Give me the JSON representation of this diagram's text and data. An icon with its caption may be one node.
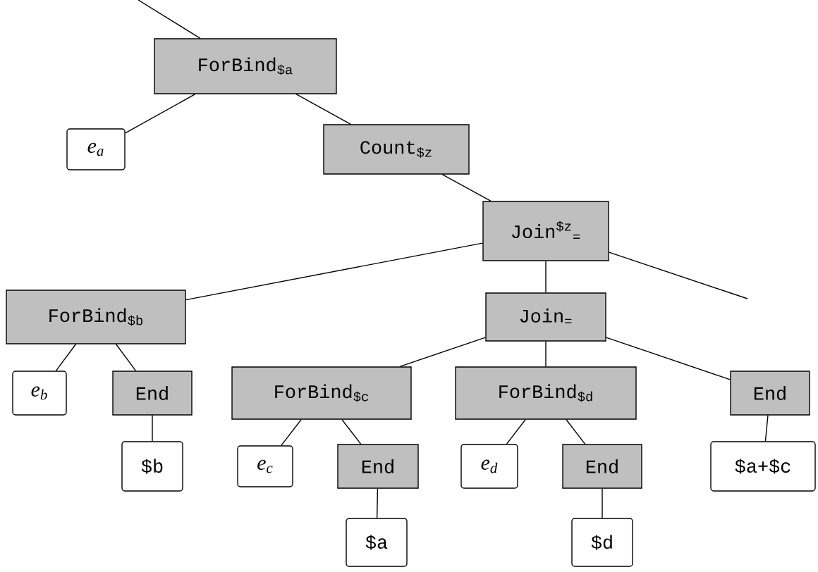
{
  "diagram": {
    "nodes": [
      {
        "text": [
          "ForBind$_{$a}$"
        ]
      },
      {
        "text": [
          "e$_{a}$"
        ]
      },
      {
        "text": [
          "Count$_{$z}$"
        ]
      },
      {
        "text": [
          "Join$^{$z}$$_{=}$"
        ]
      },
      {
        "text": [
          "ForBind$_{$b}$"
        ]
      },
      {
        "text": [
          "e$_{b}$"
        ]
      },
      {
        "text": [
          "End"
        ]
      },
      {
        "text": [
          "$b"
        ]
      },
      {
        "text": [
          "Join$_{=}$"
        ]
      },
      {
        "text": [
          "ForBind$_{$c}$"
        ]
      },
      {
        "text": [
          "e$_{c}$"
        ]
      },
      {
        "text": [
          "End"
        ]
      },
      {
        "text": [
          "$a"
        ]
      },
      {
        "text": [
          "ForBind$_{$d}$"
        ]
      },
      {
        "text": [
          "e$_{d}$"
        ]
      },
      {
        "text": [
          "End"
        ]
      },
      {
        "text": [
          "$d"
        ]
      },
      {
        "text": [
          "End"
        ]
      },
      {
        "text": [
          "$a+$c"
        ]
      }
    ],
    "edges": [
      {
        "from": null,
        "to": 0,
        "arrow": "none"
      },
      {
        "from": 0,
        "to": 1,
        "arrow": "none"
      },
      {
        "from": 0,
        "to": 2,
        "arrow": "none"
      },
      {
        "from": 2,
        "to": 3,
        "arrow": "none"
      },
      {
        "from": 3,
        "to": 4,
        "arrow": "none"
      },
      {
        "from": 3,
        "to": 8,
        "arrow": "none"
      },
      {
        "from": 3,
        "to": null,
        "arrow": "none"
      },
      {
        "from": 4,
        "to": 5,
        "arrow": "none"
      },
      {
        "from": 4,
        "to": 6,
        "arrow": "none"
      },
      {
        "from": 6,
        "to": 7,
        "arrow": "none"
      },
      {
        "from": 8,
        "to": 9,
        "arrow": "none"
      },
      {
        "from": 8,
        "to": 13,
        "arrow": "none"
      },
      {
        "from": 8,
        "to": 17,
        "arrow": "none"
      },
      {
        "from": 9,
        "to": 10,
        "arrow": "none"
      },
      {
        "from": 9,
        "to": 11,
        "arrow": "none"
      },
      {
        "from": 11,
        "to": 12,
        "arrow": "none"
      },
      {
        "from": 13,
        "to": 14,
        "arrow": "none"
      },
      {
        "from": 13,
        "to": 15,
        "arrow": "none"
      },
      {
        "from": 15,
        "to": 16,
        "arrow": "none"
      },
      {
        "from": 17,
        "to": 18,
        "arrow": "none"
      }
    ]
  }
}
